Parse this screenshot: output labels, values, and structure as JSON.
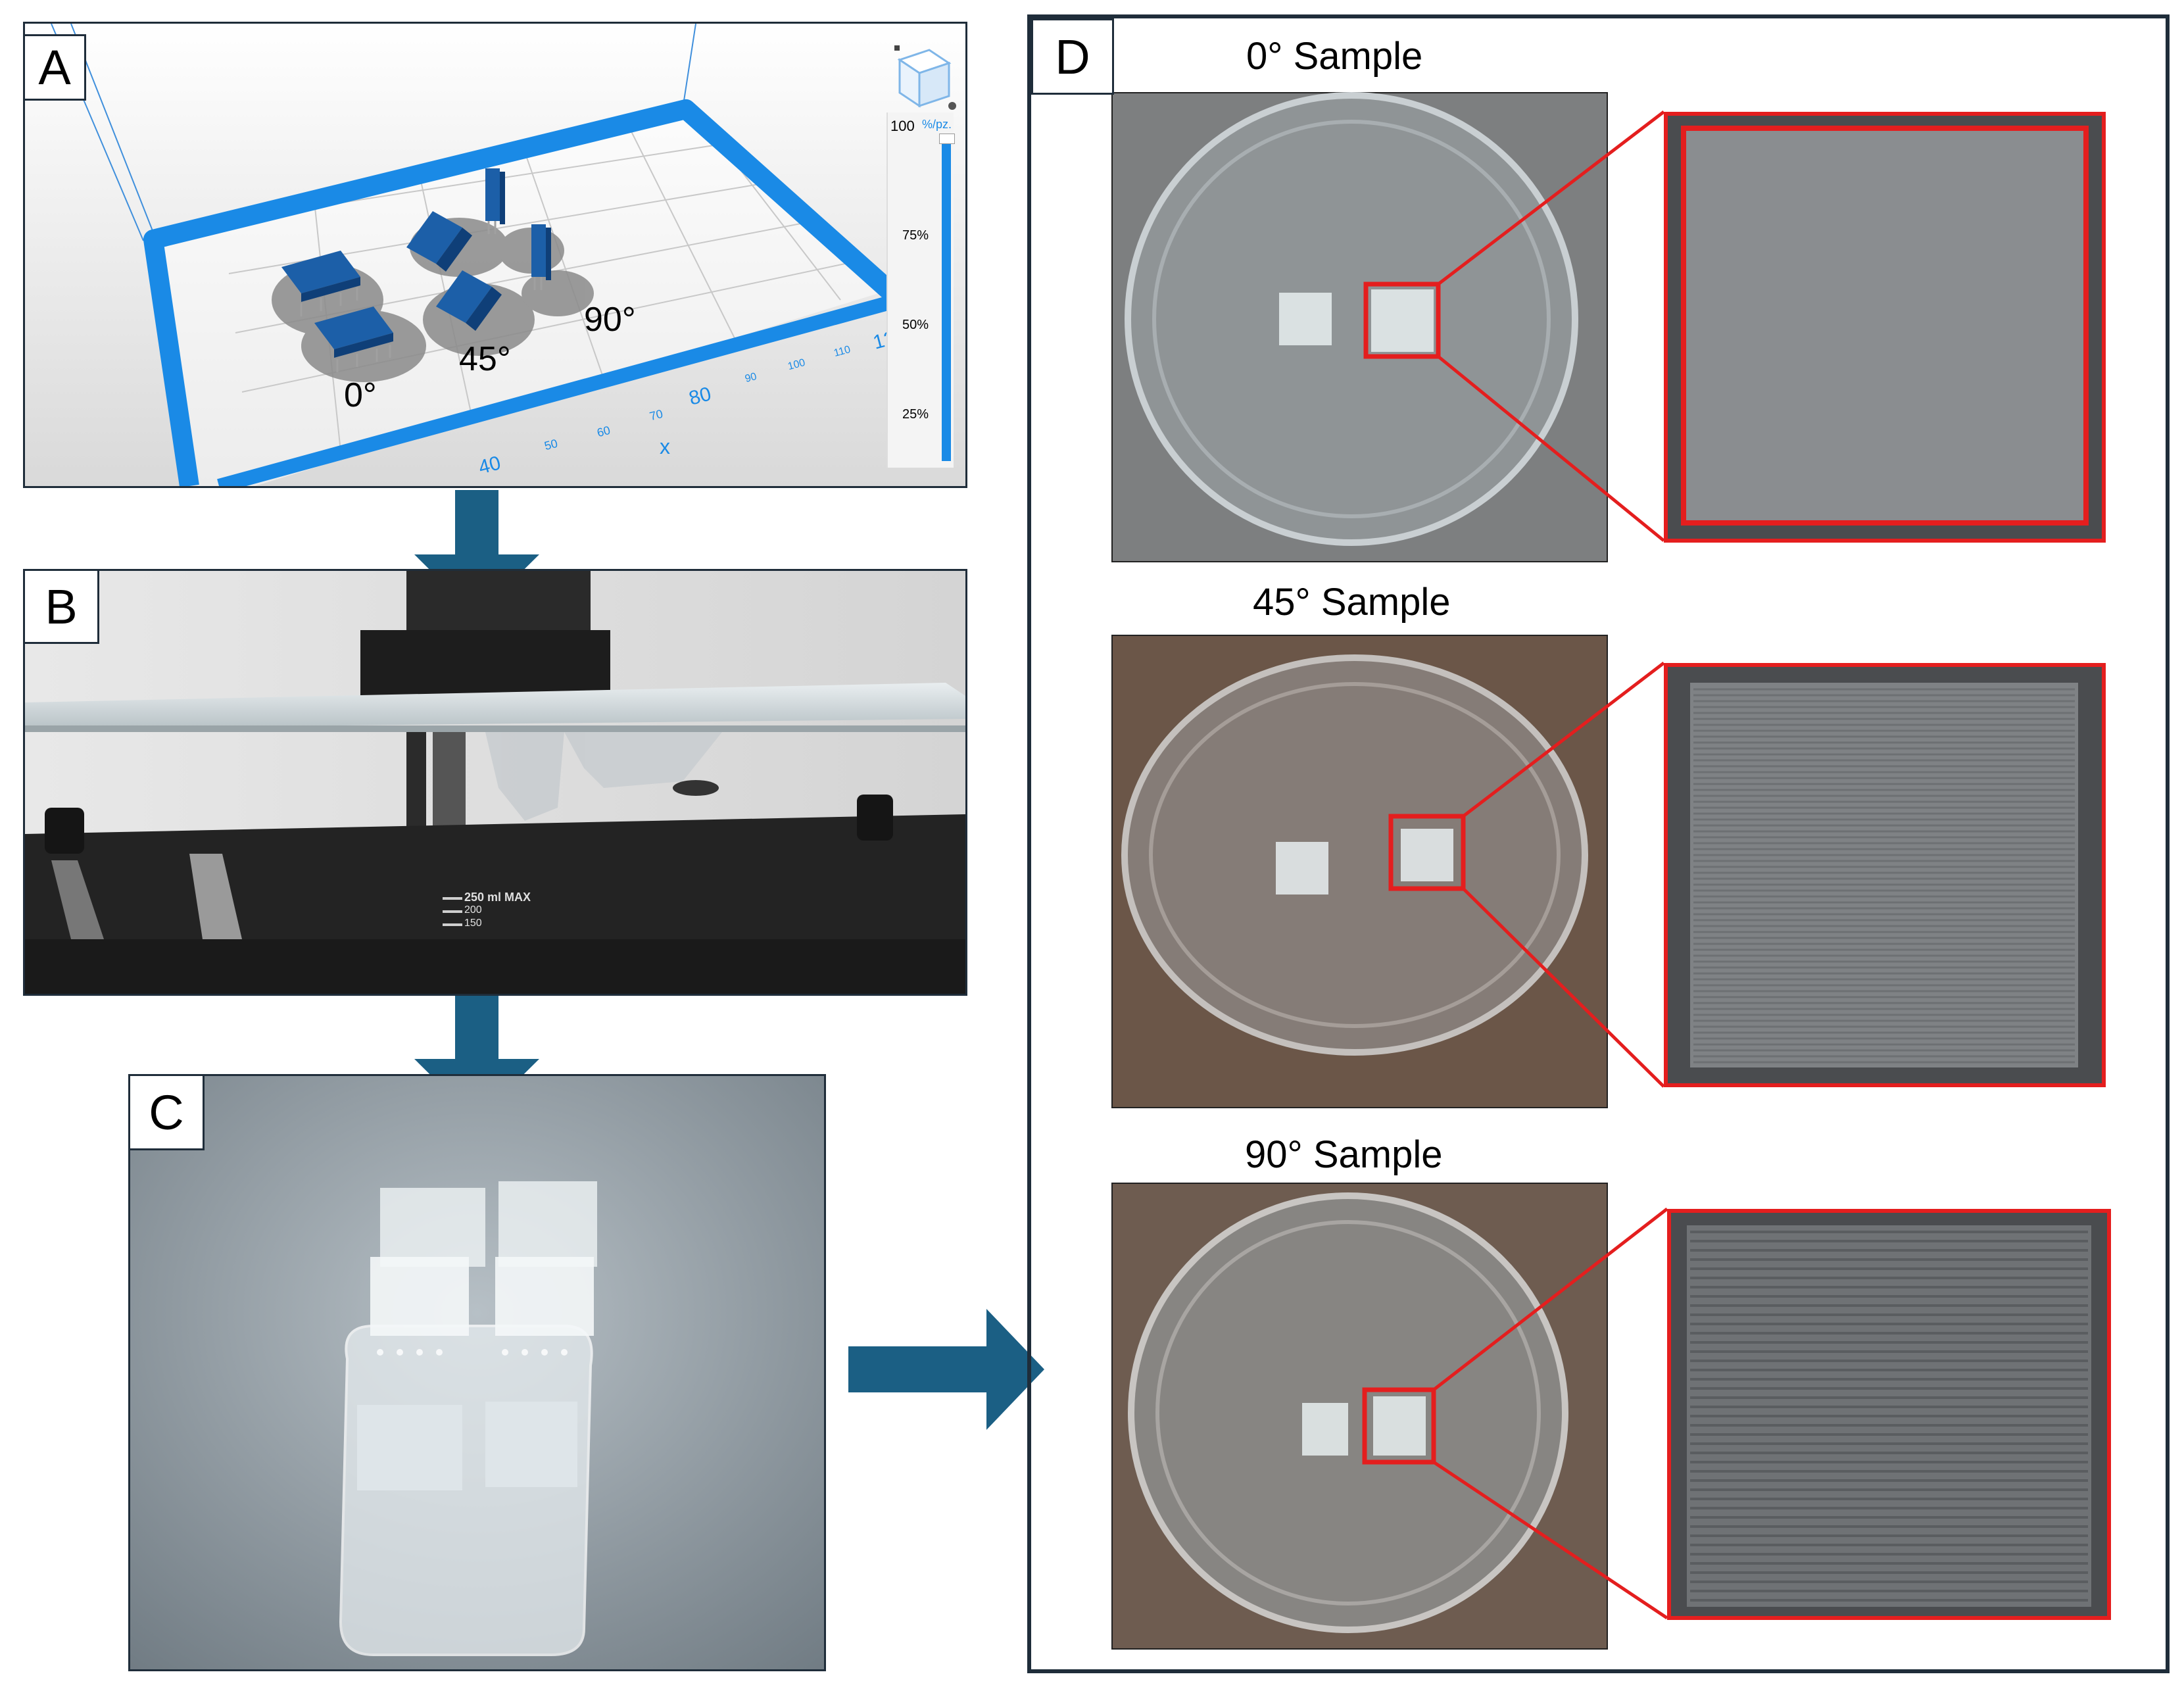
{
  "panels": {
    "a": {
      "label": "A",
      "orientation_labels": [
        "0°",
        "45°",
        "90°"
      ],
      "axis_ticks": [
        "40",
        "50",
        "60",
        "70",
        "80",
        "90",
        "100",
        "110",
        "12"
      ],
      "axis_name": "x",
      "slider": {
        "value_text": "100",
        "unit_text": "%/pz.",
        "ticks": [
          "75%",
          "50%",
          "25%"
        ],
        "level_percent": 100
      }
    },
    "b": {
      "label": "B",
      "vat_markings": [
        "250 ml MAX",
        "200",
        "150"
      ]
    },
    "c": {
      "label": "C"
    },
    "d": {
      "label": "D",
      "samples": [
        {
          "title": "0° Sample"
        },
        {
          "title": "45° Sample"
        },
        {
          "title": "90° Sample"
        }
      ]
    }
  },
  "colors": {
    "arrow": "#1b5f84",
    "callout": "#e41e1e",
    "panel_border": "#1f2d3a",
    "build_plate_border": "#1a8ae6"
  }
}
